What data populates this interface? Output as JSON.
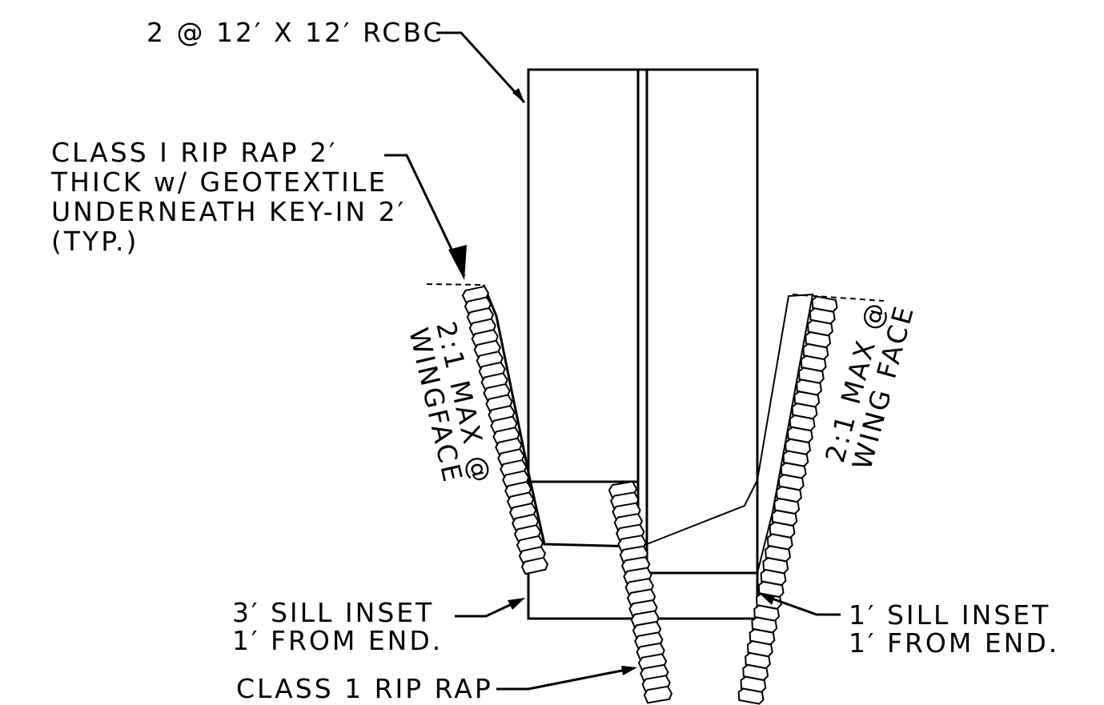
{
  "labels": {
    "rcbc": "2 @ 12′ X 12′ RCBC",
    "riprap_note": [
      "CLASS I RIP RAP 2′",
      "THICK w/ GEOTEXTILE",
      "UNDERNEATH KEY-IN 2′",
      "(TYP.)"
    ],
    "left_slope": [
      "2:1 MAX @",
      "WINGFACE"
    ],
    "right_slope": [
      "2:1 MAX @",
      "WING FACE"
    ],
    "left_sill": [
      "3′ SILL INSET",
      "1′ FROM END."
    ],
    "right_sill": [
      "1′ SILL INSET",
      "1′ FROM END."
    ],
    "bottom_riprap": "CLASS 1 RIP RAP"
  }
}
